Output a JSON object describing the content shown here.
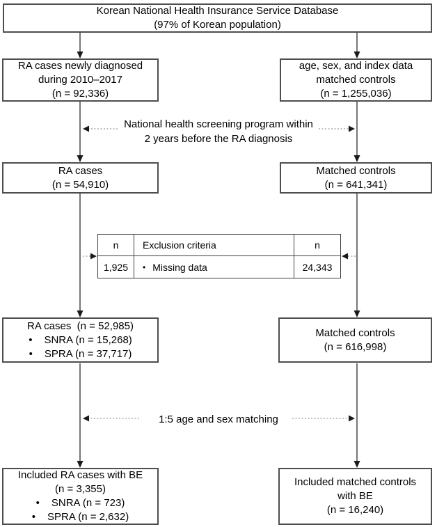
{
  "colors": {
    "box_border": "#4d4d4d",
    "table_border": "#3d3d3d",
    "arrow": "#1a1a1a",
    "dotted_line": "#999999",
    "text": "#000000",
    "background": "#ffffff"
  },
  "boxes": {
    "database": {
      "lines": [
        "Korean National Health Insurance Service Database",
        "(97% of Korean population)"
      ]
    },
    "ra_newly_diagnosed": {
      "lines": [
        "RA cases newly diagnosed",
        "during 2010–2017",
        "(n = 92,336)"
      ]
    },
    "matched_controls_initial": {
      "lines": [
        "age, sex, and index data",
        "matched controls",
        "(n = 1,255,036)"
      ]
    },
    "ra_cases_screened": {
      "lines": [
        "RA cases",
        "(n = 54,910)"
      ]
    },
    "matched_controls_screened": {
      "lines": [
        "Matched controls",
        "(n = 641,341)"
      ]
    },
    "ra_cases_after_exclusion": {
      "line1": "RA cases  (n = 52,985)",
      "bullet": "•",
      "bullets": [
        "SNRA (n = 15,268)",
        "SPRA (n = 37,717)"
      ]
    },
    "matched_controls_after_exclusion": {
      "lines": [
        "Matched controls",
        "(n = 616,998)"
      ]
    },
    "ra_cases_included": {
      "lines": [
        "Included RA cases with BE",
        "(n = 3,355)"
      ],
      "bullet": "•",
      "bullets": [
        "SNRA (n = 723)",
        "SPRA (n = 2,632)"
      ]
    },
    "matched_controls_included": {
      "lines": [
        "Included matched controls",
        "with BE",
        "(n = 16,240)"
      ]
    }
  },
  "connector_labels": {
    "screening": {
      "lines": [
        "National health screening program within",
        "2 years before the RA diagnosis"
      ]
    },
    "matching": "1:5 age and sex matching"
  },
  "exclusion_table": {
    "headers": [
      "n",
      "Exclusion criteria",
      "n"
    ],
    "row": {
      "ra_n": "1,925",
      "bullet": "•",
      "criterion": "Missing data",
      "controls_n": "24,343"
    }
  }
}
